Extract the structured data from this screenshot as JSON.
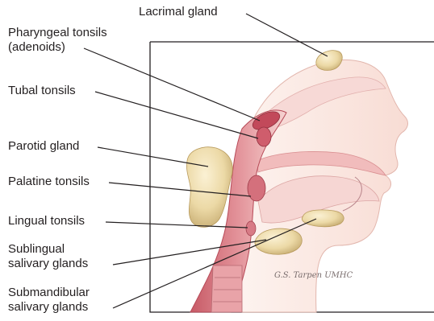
{
  "labels": {
    "lacrimal": "Lacrimal gland",
    "pharyngeal_1": "Pharyngeal tonsils",
    "pharyngeal_2": "(adenoids)",
    "tubal": "Tubal tonsils",
    "parotid": "Parotid gland",
    "palatine": "Palatine tonsils",
    "lingual": "Lingual tonsils",
    "sublingual_1": "Sublingual",
    "sublingual_2": "salivary glands",
    "submandibular_1": "Submandibular",
    "submandibular_2": "salivary glands"
  },
  "signature": "G.S. Tarpen UMHC",
  "colors": {
    "line": "#231f20",
    "mucosa": "#d6717a",
    "mucosa_light": "#f3c9c8",
    "skin": "#fbe9e4",
    "gland": "#f0dfb2",
    "gland_shade": "#c9b27a"
  }
}
